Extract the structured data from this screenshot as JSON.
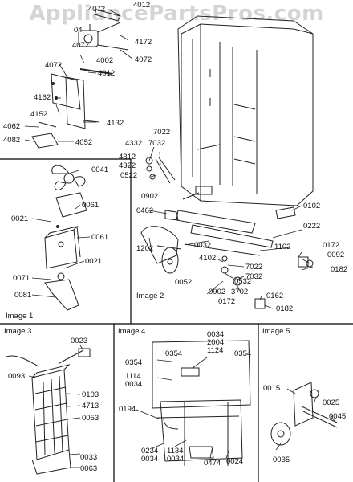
{
  "watermark": "AppliancePartsPros.com",
  "captions": {
    "image1": "Image 1",
    "image2": "Image 2",
    "image3": "Image 3",
    "image4": "Image 4",
    "image5": "Image 5"
  },
  "labels": {
    "l4072a": "4072",
    "l4012a": "4012",
    "l04": "04",
    "l4072b": "4072",
    "l4172": "4172",
    "l4002": "4002",
    "l4072c": "4072",
    "l4072d": "4072",
    "l4012b": "4012",
    "l4162": "4162",
    "l4152": "4152",
    "l4132": "4132",
    "l4062": "4062",
    "l4082": "4082",
    "l4052": "4052",
    "l0041": "0041",
    "l0061a": "0061",
    "l0021a": "0021",
    "l0061b": "0061",
    "l0021b": "0021",
    "l0071": "0071",
    "l0081": "0081",
    "l7022a": "7022",
    "l4332": "4332",
    "l7032a": "7032",
    "l4312": "4312",
    "l4322": "4322",
    "l0522": "0522",
    "l0902a": "0902",
    "l0462": "0462",
    "l0102": "0102",
    "l0222": "0222",
    "l1102": "1102",
    "l0032": "0032",
    "l1202": "1202",
    "l4102": "4102",
    "l0172a": "0172",
    "l0092": "0092",
    "l0182a": "0182",
    "l7022b": "7022",
    "l0532": "0532",
    "l7032b": "7032",
    "l0052": "0052",
    "l0902b": "0902",
    "l3702": "3702",
    "l0172b": "0172",
    "l0162": "0162",
    "l0182b": "0182",
    "l0023": "0023",
    "l0093": "0093",
    "l0103": "0103",
    "l4713": "4713",
    "l0053": "0053",
    "l0033": "0033",
    "l0063": "0063",
    "l0034a": "0034",
    "l2004": "2004",
    "l1124": "1124",
    "l0354a": "0354",
    "l0354b": "0354",
    "l0354c": "0354",
    "l1114": "1114",
    "l0034b": "0034",
    "l0194": "0194",
    "l0234": "0234",
    "l0034c": "0034",
    "l1134": "1134",
    "l0034d": "0034",
    "l0474": "0474",
    "l0024": "0024",
    "l0015": "0015",
    "l0025": "0025",
    "l0045": "0045",
    "l0035": "0035"
  }
}
